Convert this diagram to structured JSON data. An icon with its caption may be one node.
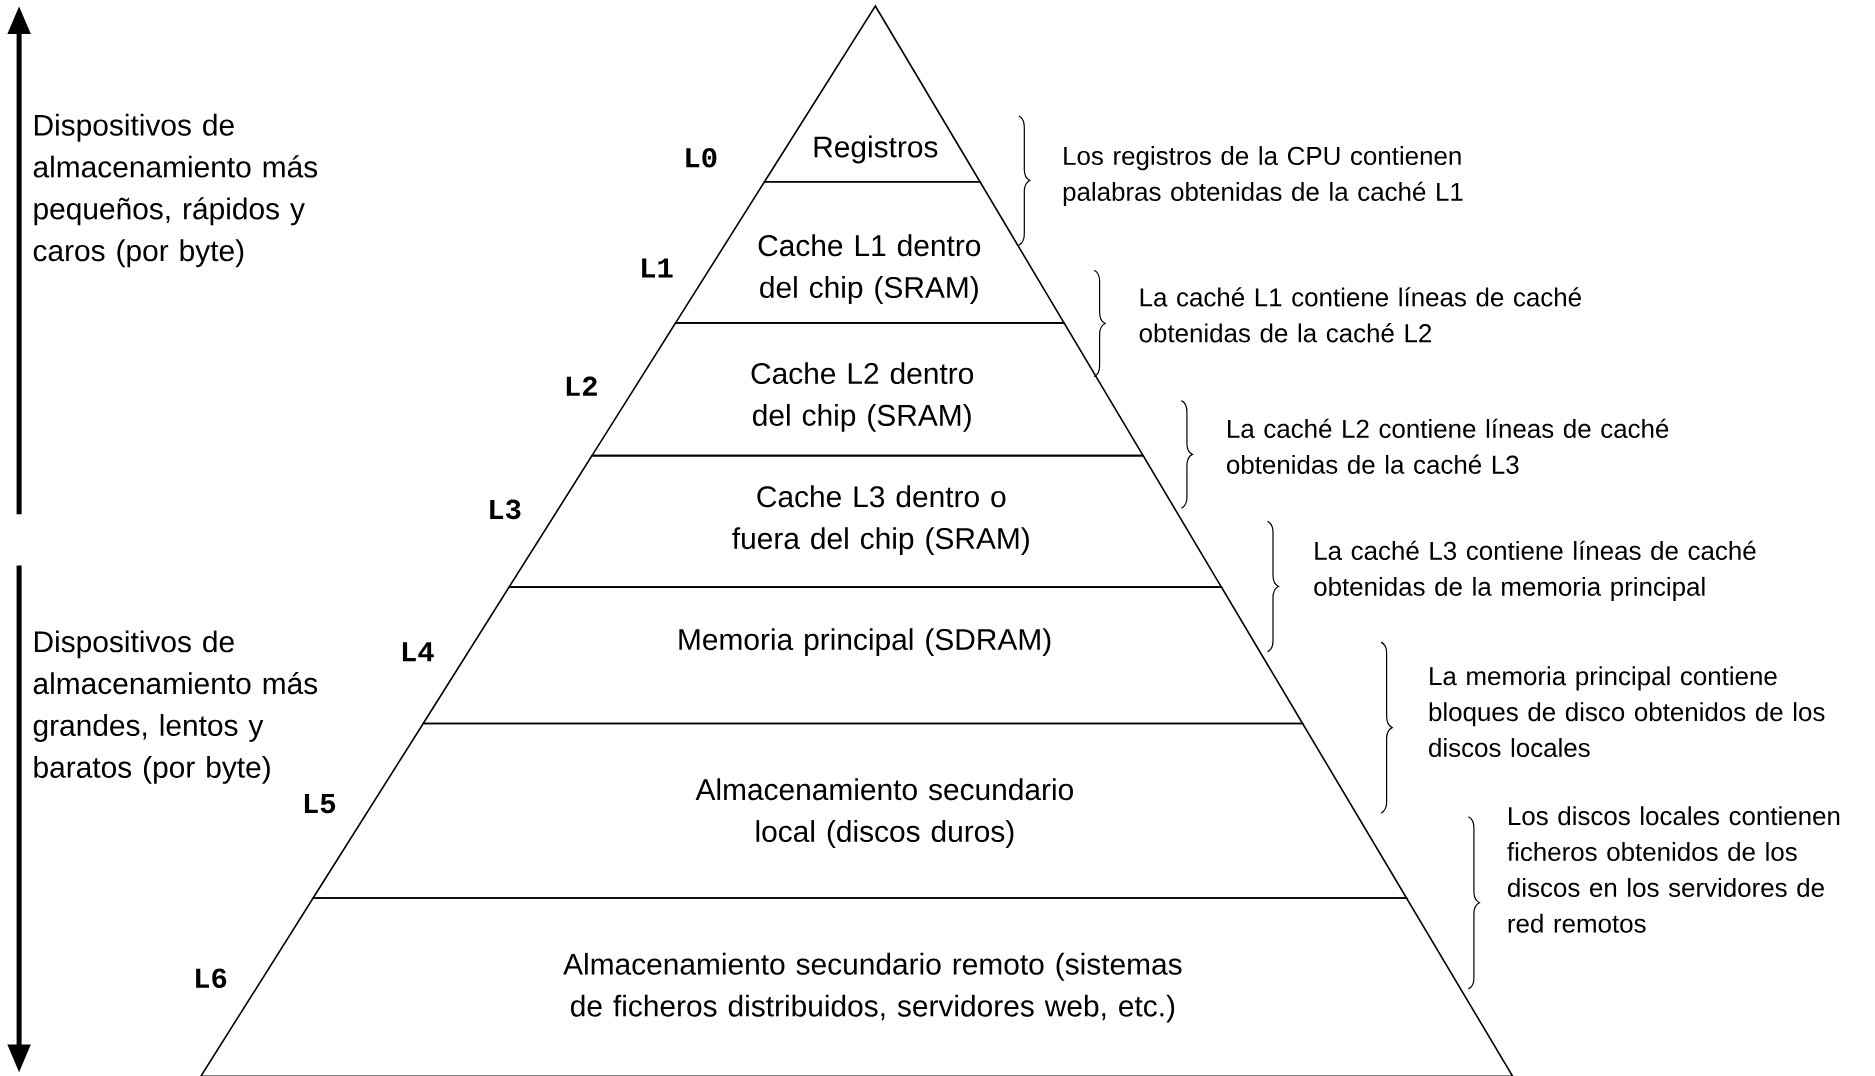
{
  "diagram": {
    "nodes": [
      {
        "text": [
          "Registros"
        ]
      },
      {
        "text": [
          "Cache L1 dentro del chip (SRAM)"
        ]
      },
      {
        "text": [
          "Cache L2 dentro del chip (SRAM)"
        ]
      },
      {
        "text": [
          "Cache L3 dentro o fuera del chip (SRAM)"
        ]
      },
      {
        "text": [
          "Memoria principal (SDRAM)"
        ]
      },
      {
        "text": [
          "Almacenamiento secundario local (discos duros)"
        ]
      },
      {
        "text": [
          "Almacenamiento secundario remoto (sistemas de ficheros distribuidos, servidores web, etc.)"
        ]
      }
    ],
    "labels": [
      "Dispositivos de almacenamiento más pequeños, rápidos y caros (por byte)",
      "Dispositivos de almacenamiento más grandes, lentos y baratos (por byte)",
      "L0",
      "L1",
      "L2",
      "L3",
      "L4",
      "L5",
      "L6",
      "Los registros de la CPU contienen palabras obtenidas de la caché L1",
      "La caché L1 contiene líneas de caché obtenidas de la caché L2",
      "La caché L2 contiene líneas de caché obtenidas de la caché L3",
      "La caché L3 contiene líneas de caché obtenidas de la memoria principal",
      "La memoria principal contiene bloques de disco obtenidos de los discos locales",
      "Los discos locales contienen ficheros obtenidos de los discos en los servidores de red remotos"
    ]
  }
}
